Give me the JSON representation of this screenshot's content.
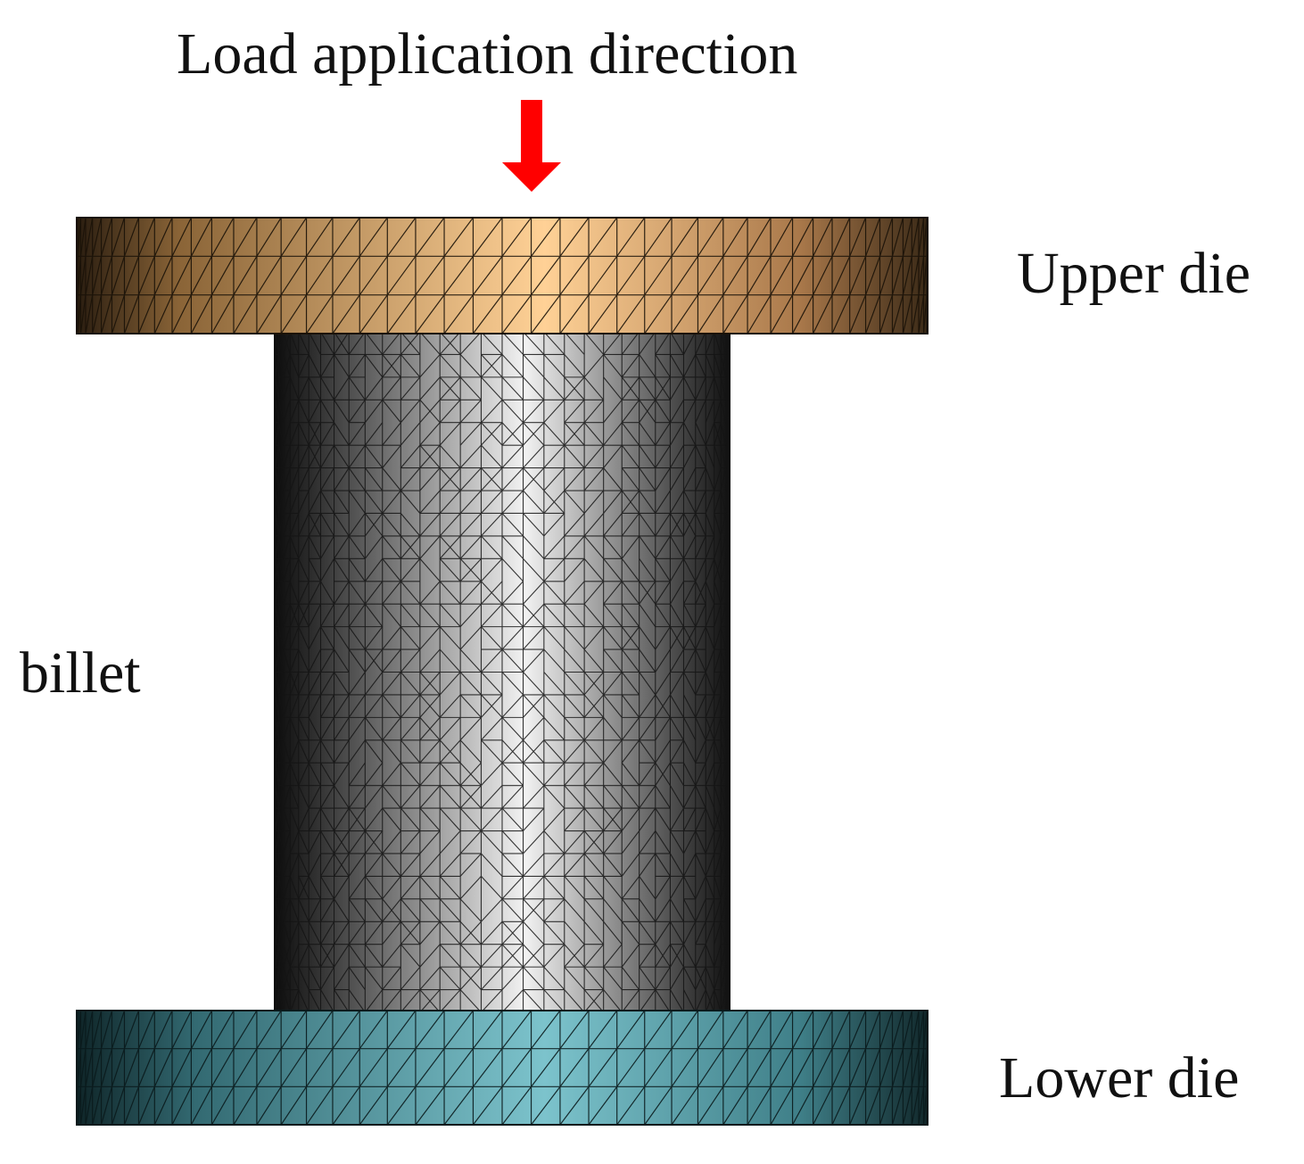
{
  "labels": {
    "load_direction": "Load application direction",
    "upper_die": "Upper die",
    "billet": "billet",
    "lower_die": "Lower die"
  },
  "colors": {
    "arrow": "#ff0000",
    "upper_die": "#f2b877",
    "billet": "#9a9a9a",
    "lower_die": "#5aa7b2",
    "mesh_lines": "#1a1a1a"
  },
  "icons": {
    "load_arrow": "arrow-down-icon"
  }
}
